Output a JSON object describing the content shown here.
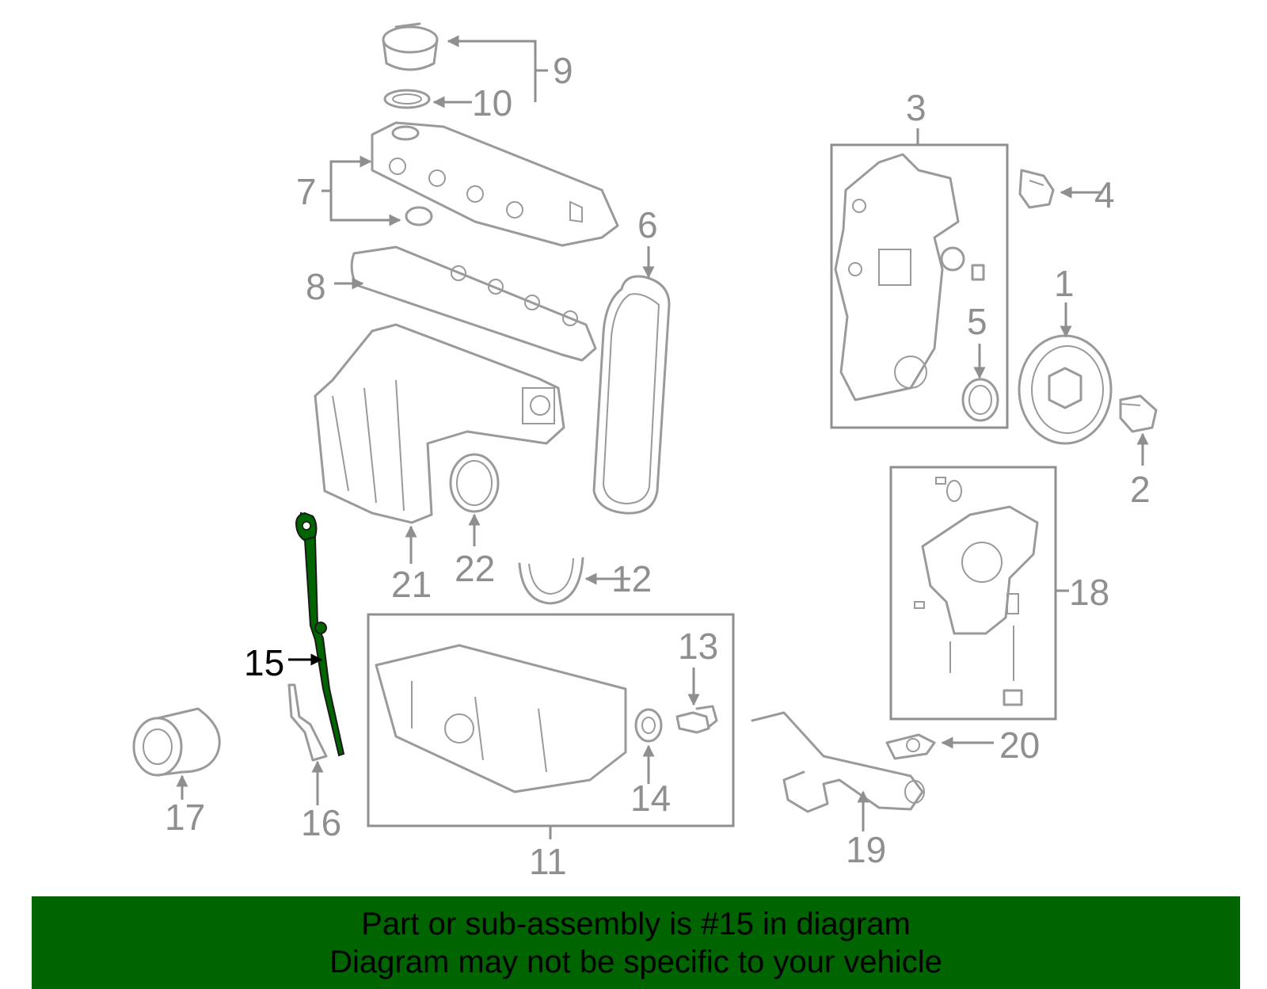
{
  "highlight_color": "#006400",
  "labels": {
    "p1": "1",
    "p2": "2",
    "p3": "3",
    "p4": "4",
    "p5": "5",
    "p6": "6",
    "p7": "7",
    "p8": "8",
    "p9": "9",
    "p10": "10",
    "p11": "11",
    "p12": "12",
    "p13": "13",
    "p14": "14",
    "p15": "15",
    "p16": "16",
    "p17": "17",
    "p18": "18",
    "p19": "19",
    "p20": "20",
    "p21": "21",
    "p22": "22"
  },
  "banner": {
    "line1": "Part or sub-assembly is #15 in diagram",
    "line2": "Diagram may not be specific to your vehicle"
  }
}
